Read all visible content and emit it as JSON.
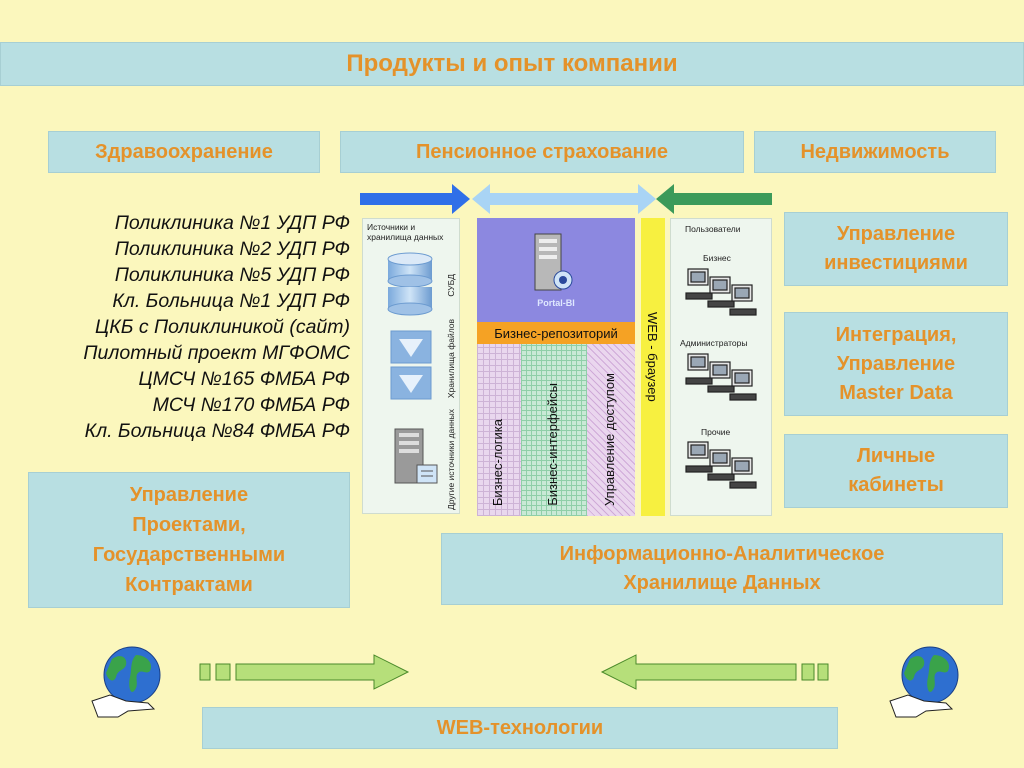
{
  "header": {
    "title": "Продукты и опыт компании"
  },
  "categories": [
    "Здравоохранение",
    "Пенсионное страхование",
    "Недвижимость"
  ],
  "clients": [
    "Поликлиника №1 УДП РФ",
    "Поликлиника №2 УДП РФ",
    "Поликлиника №5 УДП РФ",
    "Кл. Больница №1 УДП РФ",
    "ЦКБ с Поликлиникой (сайт)",
    "Пилотный проект МГФОМС",
    "ЦМСЧ №165 ФМБА РФ",
    "МСЧ №170 ФМБА РФ",
    "Кл. Больница №84 ФМБА РФ"
  ],
  "left_box": {
    "lines": [
      "Управление",
      "Проектами,",
      "Государственными",
      "Контрактами"
    ]
  },
  "right_boxes": [
    {
      "lines": [
        "Управление",
        "инвестициями"
      ]
    },
    {
      "lines": [
        "Интеграция,",
        "Управление",
        "Master Data"
      ]
    },
    {
      "lines": [
        "Личные",
        "кабинеты"
      ]
    }
  ],
  "warehouse_box": {
    "lines": [
      "Информационно-Аналитическое",
      "Хранилище Данных"
    ]
  },
  "web_box": {
    "label": "WEB-технологии"
  },
  "diagram": {
    "sources": {
      "header_lines": [
        "Источники и",
        "хранилища данных"
      ],
      "dbms": "СУБД",
      "file_storage": "Хранилища файлов",
      "other_sources": "Другие источники данных"
    },
    "portal": {
      "label": "Portal-BI",
      "repository": "Бизнес-репозиторий"
    },
    "columns": [
      "Бизнес-логика",
      "Бизнес-интерфейсы",
      "Управление доступом"
    ],
    "web_browser": "WEB - браузер",
    "users": {
      "header": "Пользователи",
      "groups": [
        "Бизнес",
        "Администраторы",
        "Прочие"
      ]
    }
  },
  "colors": {
    "background": "#fbf7bd",
    "box": "#b8dfe2",
    "accent_text": "#e4922a",
    "arrow_blue": "#2f6fe8",
    "arrow_light_blue": "#a9d4f5",
    "arrow_green": "#3c9a5a",
    "portal_purple": "#8c88e0",
    "repository_orange": "#f5a224",
    "browser_yellow": "#f7f040"
  },
  "icons": [
    "globe-icon",
    "hand-icon",
    "server-icon",
    "database-icon",
    "workstation-icon"
  ]
}
